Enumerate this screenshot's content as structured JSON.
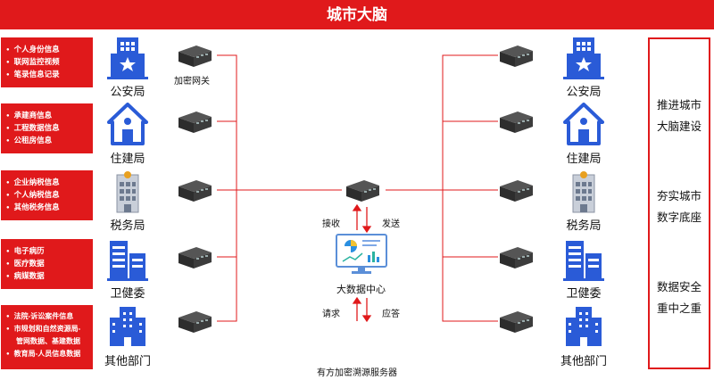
{
  "title": "城市大脑",
  "left_info": [
    {
      "lines": [
        "个人身份信息",
        "联网监控视频",
        "笔录信息记录"
      ]
    },
    {
      "lines": [
        "承建商信息",
        "工程数据信息",
        "公租房信息"
      ]
    },
    {
      "lines": [
        "企业纳税信息",
        "个人纳税信息",
        "其他税务信息"
      ]
    },
    {
      "lines": [
        "电子病历",
        "医疗数据",
        "病媒数据"
      ]
    },
    {
      "lines": [
        "法院-诉讼案件信息",
        "市规划和自然资源局-",
        "管网数据、基建数据",
        "教育局-人员信息数据"
      ]
    }
  ],
  "agencies": [
    {
      "name": "公安局",
      "icon": "police-building-icon"
    },
    {
      "name": "住建局",
      "icon": "house-icon"
    },
    {
      "name": "税务局",
      "icon": "tax-building-icon"
    },
    {
      "name": "卫健委",
      "icon": "health-buildings-icon"
    },
    {
      "name": "其他部门",
      "icon": "office-building-icon"
    }
  ],
  "gateway_label": "加密网关",
  "center": {
    "receive": "接收",
    "send": "发送",
    "label": "大数据中心",
    "request": "请求",
    "response": "应答",
    "server_label": "有方加密溯源服务器"
  },
  "right_panel": [
    [
      "推进城市",
      "大脑建设"
    ],
    [
      "夯实城市",
      "数字底座"
    ],
    [
      "数据安全",
      "重中之重"
    ]
  ],
  "colors": {
    "accent": "#e0191b",
    "icon_blue": "#2a5bd7",
    "device": "#3a3a3a"
  }
}
